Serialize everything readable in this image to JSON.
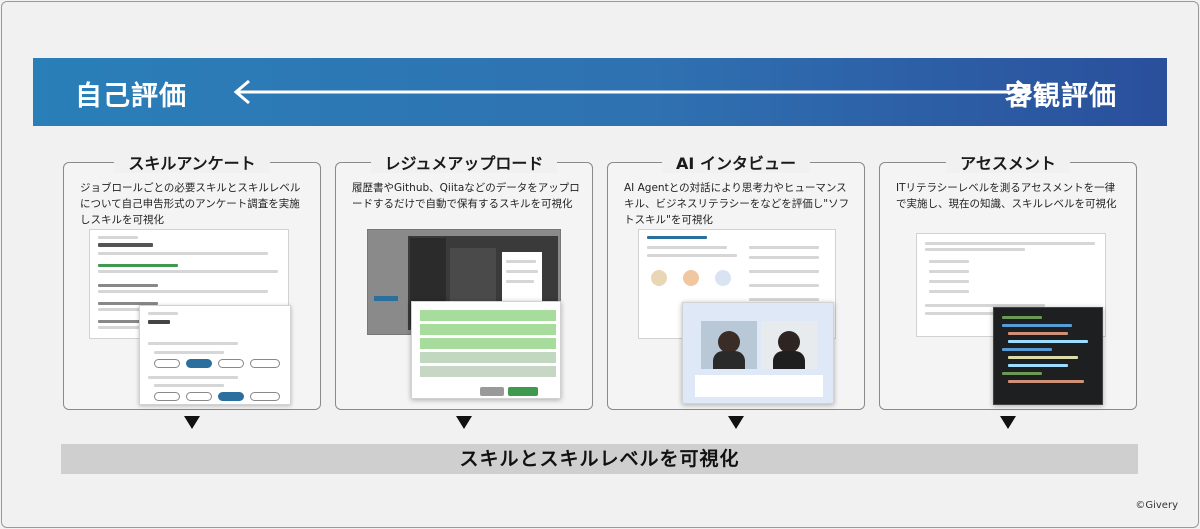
{
  "banner": {
    "left_label": "自己評価",
    "right_label": "客観評価"
  },
  "cards": [
    {
      "title": "スキルアンケート",
      "description": "ジョブロールごとの必要スキルとスキルレベルについて自己申告形式のアンケート調査を実施しスキルを可視化"
    },
    {
      "title": "レジュメアップロード",
      "description": "履歴書やGithub、Qiitaなどのデータをアップロードするだけで自動で保有するスキルを可視化"
    },
    {
      "title": "AI インタビュー",
      "description": "AI Agentとの対話により思考力やヒューマンスキル、ビジネスリテラシーをなどを評価し\"ソフトスキル\"を可視化"
    },
    {
      "title": "アセスメント",
      "description": "ITリテラシーレベルを測るアセスメントを一律で実施し、現在の知識、スキルレベルを可視化"
    }
  ],
  "bottom": {
    "label": "スキルとスキルレベルを可視化"
  },
  "copyright": "©Givery",
  "colors": {
    "banner_start": "#2a7fb8",
    "banner_end": "#2a4f9c",
    "bottom_bar": "#cfcfcf",
    "accent_green": "#3f9a4f"
  }
}
